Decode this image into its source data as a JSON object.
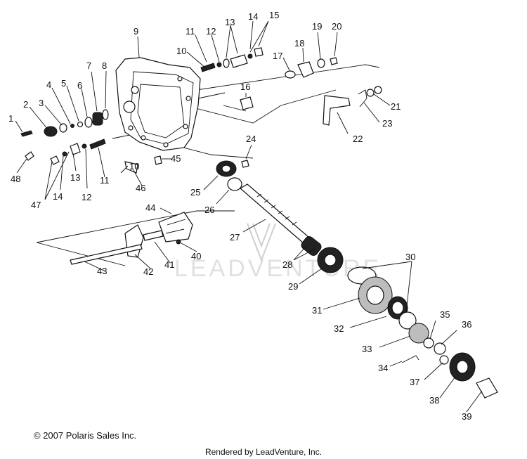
{
  "watermark": "LEADVENTURE",
  "copyright": "© 2007 Polaris Sales Inc.",
  "rendered_by": "Rendered by LeadVenture, Inc.",
  "callouts": {
    "c1": "1",
    "c2": "2",
    "c3": "3",
    "c4": "4",
    "c5": "5",
    "c6": "6",
    "c7": "7",
    "c8": "8",
    "c9": "9",
    "c10a": "10",
    "c10b": "10",
    "c11a": "11",
    "c11b": "11",
    "c12a": "12",
    "c12b": "12",
    "c13a": "13",
    "c13b": "13",
    "c14a": "14",
    "c14b": "14",
    "c15": "15",
    "c16": "16",
    "c17": "17",
    "c18": "18",
    "c19": "19",
    "c20": "20",
    "c21": "21",
    "c22": "22",
    "c23": "23",
    "c24": "24",
    "c25": "25",
    "c26": "26",
    "c27": "27",
    "c28": "28",
    "c29": "29",
    "c30": "30",
    "c31": "31",
    "c32": "32",
    "c33": "33",
    "c34": "34",
    "c35": "35",
    "c36": "36",
    "c37": "37",
    "c38": "38",
    "c39": "39",
    "c40": "40",
    "c41": "41",
    "c42": "42",
    "c43": "43",
    "c44": "44",
    "c45": "45",
    "c46": "46",
    "c47": "47",
    "c48": "48"
  }
}
